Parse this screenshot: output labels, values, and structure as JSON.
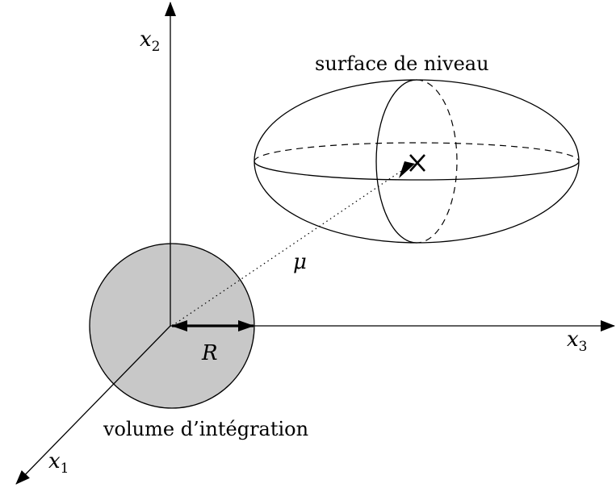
{
  "axes": {
    "x1": {
      "symbol": "x",
      "subscript": "1"
    },
    "x2": {
      "symbol": "x",
      "subscript": "2"
    },
    "x3": {
      "symbol": "x",
      "subscript": "3"
    }
  },
  "labels": {
    "surface": "surface de niveau",
    "volume": "volume d’intégration",
    "radius": "R",
    "mean": "μ"
  },
  "colors": {
    "stroke": "#000000",
    "sphere_fill": "#c8c8c8",
    "background": "#ffffff"
  }
}
